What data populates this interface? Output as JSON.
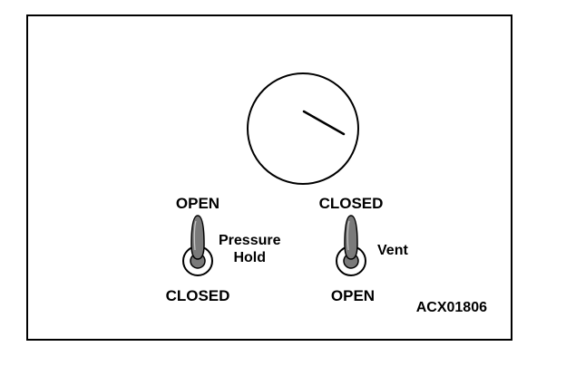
{
  "colors": {
    "ink": "#000000",
    "paper": "#ffffff",
    "lever_fill": "#7a7a7a"
  },
  "pressure_hold_valve": {
    "top_label": "OPEN",
    "bottom_label": "CLOSED",
    "name_line1": "Pressure",
    "name_line2": "Hold"
  },
  "vent_valve": {
    "top_label": "CLOSED",
    "bottom_label": "OPEN",
    "name": "Vent"
  },
  "reference_code": "ACX01806"
}
